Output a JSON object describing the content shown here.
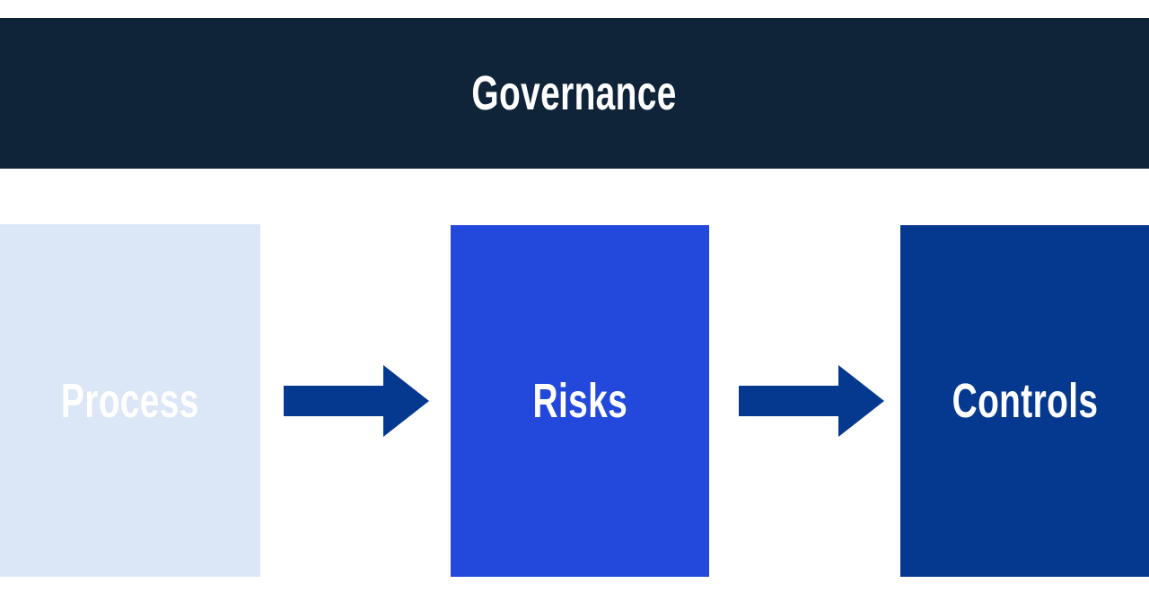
{
  "banner": {
    "title": "Governance"
  },
  "flow": {
    "steps": [
      {
        "label": "Process"
      },
      {
        "label": "Risks"
      },
      {
        "label": "Controls"
      }
    ]
  },
  "colors": {
    "canvas_bg": "#FFFFFF",
    "banner_bg": "#0F2439",
    "process_bg": "#DBE6F6",
    "risks_bg": "#2249DC",
    "controls_bg": "#05388F",
    "arrow": "#05388F",
    "label_text": "#FFFFFF"
  }
}
